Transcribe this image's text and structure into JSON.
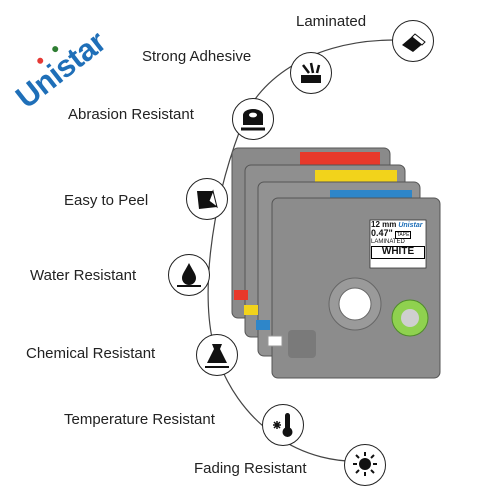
{
  "brand": {
    "name": "Unistar",
    "dot_colors": [
      "#e53935",
      "#2e7d32"
    ]
  },
  "features": [
    {
      "label": "Laminated",
      "icon": "laminated-icon"
    },
    {
      "label": "Strong Adhesive",
      "icon": "adhesive-icon"
    },
    {
      "label": "Abrasion Resistant",
      "icon": "abrasion-icon"
    },
    {
      "label": "Easy to Peel",
      "icon": "peel-icon"
    },
    {
      "label": "Water Resistant",
      "icon": "water-icon"
    },
    {
      "label": "Chemical Resistant",
      "icon": "chemical-icon"
    },
    {
      "label": "Temperature Resistant",
      "icon": "temperature-icon"
    },
    {
      "label": "Fading Resistant",
      "icon": "sun-icon"
    }
  ],
  "front_cassette": {
    "size_mm": "12 mm",
    "brand": "Unistar",
    "size_in": "0.47\"",
    "tape": "TAPE",
    "type": "LAMINATED",
    "color": "WHITE"
  },
  "cassette_colors": [
    "#e8392b",
    "#f2d31b",
    "#2e86c9",
    "#ffffff"
  ],
  "colors": {
    "accent": "#1f6fb8",
    "cassette_body": "#8c8c8c",
    "spool": "#8fd14f"
  }
}
